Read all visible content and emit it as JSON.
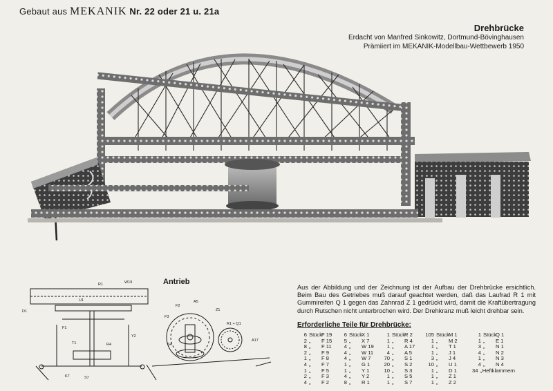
{
  "header": {
    "prefix": "Gebaut aus",
    "brand": "MEKANIK",
    "numbers": "Nr. 22 oder 21 u. 21a"
  },
  "title": {
    "name": "Drehbrücke",
    "line1": "Erdacht von Manfred Sinkowitz, Dortmund-Bövinghausen",
    "line2": "Prämiiert im MEKANIK-Modellbau-Wettbewerb 1950"
  },
  "drawing": {
    "section_label": "Antrieb",
    "labels": [
      "W19",
      "R1",
      "U1",
      "D1",
      "Y2",
      "F1",
      "F2",
      "T1",
      "R4",
      "K7",
      "S7",
      "F3",
      "A5",
      "Z1",
      "R1 + Q1",
      "S4",
      "A17"
    ]
  },
  "description": "Aus der Abbildung und der Zeichnung ist der Aufbau der Drehbrücke ersichtlich. Beim Bau des Getriebes muß darauf geachtet werden, daß das Laufrad R 1 mit Gummireifen Q 1 gegen das Zahnrad Z 1 gedrückt wird, damit die Kraftübertragung durch Rutschen nicht unterbrochen wird. Der Drehkranz muß leicht drehbar sein.",
  "parts": {
    "title": "Erforderliche Teile für Drehbrücke:",
    "columns": [
      [
        [
          "6",
          "Stück",
          "F 19"
        ],
        [
          "2",
          "„",
          "F 15"
        ],
        [
          "8",
          "„",
          "F 11"
        ],
        [
          "2",
          "„",
          "F 9"
        ],
        [
          "1",
          "„",
          "F 8"
        ],
        [
          "4",
          "„",
          "F 7"
        ],
        [
          "1",
          "„",
          "F 5"
        ],
        [
          "2",
          "„",
          "F 3"
        ],
        [
          "4",
          "„",
          "F 2"
        ]
      ],
      [
        [
          "6",
          "Stück",
          "X 1"
        ],
        [
          "5",
          "„",
          "X 7"
        ],
        [
          "4",
          "„",
          "W 19"
        ],
        [
          "4",
          "„",
          "W 11"
        ],
        [
          "4",
          "„",
          "W 7"
        ],
        [
          "1",
          "„",
          "G 1"
        ],
        [
          "1",
          "„",
          "Y 1"
        ],
        [
          "4",
          "„",
          "Y 2"
        ],
        [
          "8",
          "„",
          "R 1"
        ]
      ],
      [
        [
          "1",
          "Stück",
          "R 2"
        ],
        [
          "1",
          "„",
          "R 4"
        ],
        [
          "1",
          "„",
          "A 17"
        ],
        [
          "4",
          "„",
          "A 5"
        ],
        [
          "70",
          "„",
          "S 1"
        ],
        [
          "20",
          "„",
          "S 2"
        ],
        [
          "10",
          "„",
          "S 3"
        ],
        [
          "1",
          "„",
          "S 5"
        ],
        [
          "1",
          "„",
          "S 7"
        ]
      ],
      [
        [
          "105",
          "Stück",
          "M 1"
        ],
        [
          "1",
          "„",
          "M 2"
        ],
        [
          "1",
          "„",
          "T 1"
        ],
        [
          "1",
          "„",
          "J 1"
        ],
        [
          "3",
          "„",
          "J 4"
        ],
        [
          "10",
          "„",
          "U 1"
        ],
        [
          "1",
          "„",
          "D 1"
        ],
        [
          "1",
          "„",
          "Z 1"
        ],
        [
          "1",
          "„",
          "Z 2"
        ]
      ],
      [
        [
          "1",
          "Stück",
          "Q 1"
        ],
        [
          "1",
          "„",
          "E 1"
        ],
        [
          "3",
          "„",
          "N 1"
        ],
        [
          "4",
          "„",
          "N 2"
        ],
        [
          "1",
          "„",
          "N 3"
        ],
        [
          "4",
          "„",
          "N 4"
        ],
        [
          "34",
          "„",
          "Heftklammern"
        ]
      ]
    ]
  }
}
